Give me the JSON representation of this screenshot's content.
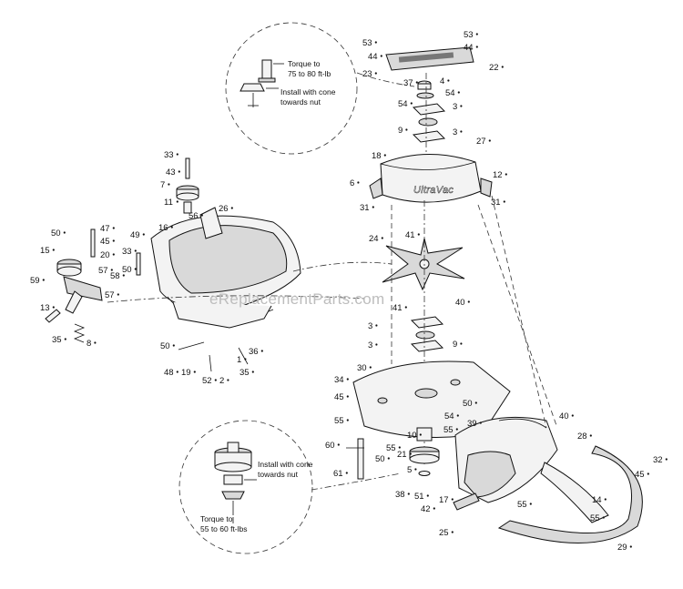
{
  "watermark": "eReplacementParts.com",
  "notes": {
    "top_torque": "Torque to 75 to 80 ft-lb",
    "top_install": "Install with cone towards nut",
    "bottom_install": "Install with cone towards nut",
    "bottom_torque": "Torque to 55 to 60 ft-lbs"
  },
  "callouts": [
    {
      "id": "c1",
      "text": "53"
    },
    {
      "id": "c2",
      "text": "44"
    },
    {
      "id": "c3",
      "text": "23"
    },
    {
      "id": "c4",
      "text": "53"
    },
    {
      "id": "c5",
      "text": "44"
    },
    {
      "id": "c6",
      "text": "22"
    },
    {
      "id": "c7",
      "text": "37"
    },
    {
      "id": "c8",
      "text": "4"
    },
    {
      "id": "c9",
      "text": "54"
    },
    {
      "id": "c10",
      "text": "54"
    },
    {
      "id": "c11",
      "text": "3"
    },
    {
      "id": "c12",
      "text": "9"
    },
    {
      "id": "c13",
      "text": "3"
    },
    {
      "id": "c14",
      "text": "27"
    },
    {
      "id": "c15",
      "text": "18"
    },
    {
      "id": "c16",
      "text": "12"
    },
    {
      "id": "c17",
      "text": "6"
    },
    {
      "id": "c18",
      "text": "31"
    },
    {
      "id": "c19",
      "text": "31"
    },
    {
      "id": "c20",
      "text": "41"
    },
    {
      "id": "c21",
      "text": "24"
    },
    {
      "id": "c22",
      "text": "40"
    },
    {
      "id": "c23",
      "text": "41"
    },
    {
      "id": "c24",
      "text": "3"
    },
    {
      "id": "c25",
      "text": "9"
    },
    {
      "id": "c26",
      "text": "3"
    },
    {
      "id": "c27",
      "text": "30"
    },
    {
      "id": "c28",
      "text": "34"
    },
    {
      "id": "c29",
      "text": "45"
    },
    {
      "id": "c30",
      "text": "50"
    },
    {
      "id": "c31",
      "text": "54"
    },
    {
      "id": "c32",
      "text": "55"
    },
    {
      "id": "c33",
      "text": "55"
    },
    {
      "id": "c34",
      "text": "10"
    },
    {
      "id": "c35",
      "text": "55"
    },
    {
      "id": "c36",
      "text": "39"
    },
    {
      "id": "c37",
      "text": "40"
    },
    {
      "id": "c38",
      "text": "28"
    },
    {
      "id": "c39",
      "text": "60"
    },
    {
      "id": "c40",
      "text": "50"
    },
    {
      "id": "c41",
      "text": "21"
    },
    {
      "id": "c42",
      "text": "61"
    },
    {
      "id": "c43",
      "text": "5"
    },
    {
      "id": "c44",
      "text": "38"
    },
    {
      "id": "c45",
      "text": "51"
    },
    {
      "id": "c46",
      "text": "17"
    },
    {
      "id": "c47",
      "text": "42"
    },
    {
      "id": "c48",
      "text": "25"
    },
    {
      "id": "c49",
      "text": "55"
    },
    {
      "id": "c50",
      "text": "14"
    },
    {
      "id": "c51",
      "text": "55"
    },
    {
      "id": "c52",
      "text": "32"
    },
    {
      "id": "c53",
      "text": "45"
    },
    {
      "id": "c54",
      "text": "29"
    },
    {
      "id": "c55",
      "text": "33"
    },
    {
      "id": "c56",
      "text": "43"
    },
    {
      "id": "c57",
      "text": "7"
    },
    {
      "id": "c58",
      "text": "11"
    },
    {
      "id": "c59",
      "text": "56"
    },
    {
      "id": "c60",
      "text": "26"
    },
    {
      "id": "c61",
      "text": "16"
    },
    {
      "id": "c62",
      "text": "49"
    },
    {
      "id": "c63",
      "text": "33"
    },
    {
      "id": "c64",
      "text": "50"
    },
    {
      "id": "c65",
      "text": "47"
    },
    {
      "id": "c66",
      "text": "45"
    },
    {
      "id": "c67",
      "text": "20"
    },
    {
      "id": "c68",
      "text": "50"
    },
    {
      "id": "c69",
      "text": "15"
    },
    {
      "id": "c70",
      "text": "57"
    },
    {
      "id": "c71",
      "text": "58"
    },
    {
      "id": "c72",
      "text": "59"
    },
    {
      "id": "c73",
      "text": "57"
    },
    {
      "id": "c74",
      "text": "13"
    },
    {
      "id": "c75",
      "text": "8"
    },
    {
      "id": "c76",
      "text": "35"
    },
    {
      "id": "c77",
      "text": "50"
    },
    {
      "id": "c78",
      "text": "36"
    },
    {
      "id": "c79",
      "text": "1"
    },
    {
      "id": "c80",
      "text": "48"
    },
    {
      "id": "c81",
      "text": "19"
    },
    {
      "id": "c82",
      "text": "52"
    },
    {
      "id": "c83",
      "text": "2"
    },
    {
      "id": "c84",
      "text": "35"
    }
  ]
}
